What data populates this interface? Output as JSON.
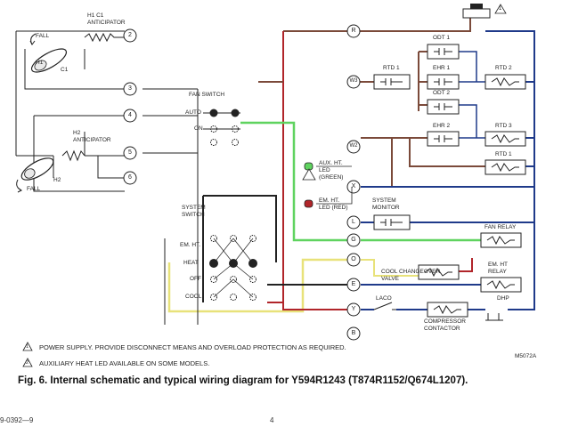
{
  "colors": {
    "red": "#b1252a",
    "blue": "#1f3a8a",
    "green": "#5fd35f",
    "yellow": "#e8e27a",
    "brown": "#7b4a3a",
    "gray": "#9aa0a6"
  },
  "left": {
    "h1c1_anticipator": "H1 C1\nANTICIPATOR",
    "fall_top": "FALL",
    "h1": "H1",
    "c1": "C1",
    "h2_anticipator": "H2\nANTICIPATOR",
    "fall_bottom": "FALL",
    "h2": "H2"
  },
  "terminals_left": [
    "2",
    "3",
    "4",
    "5",
    "6"
  ],
  "fan_switch": {
    "title": "FAN SWITCH",
    "auto": "AUTO",
    "on": "ON"
  },
  "system_switch": {
    "title": "SYSTEM\nSWITCH",
    "em_ht": "EM. HT.",
    "heat": "HEAT",
    "off": "OFF",
    "cool": "COOL"
  },
  "terminals_right": [
    "R",
    "W3",
    "W2",
    "X",
    "L",
    "G",
    "O",
    "E",
    "Y",
    "B"
  ],
  "leds": {
    "aux": "AUX. HT.\nLED\n(GREEN)",
    "em": "EM. HT.\nLED (RED)",
    "monitor": "SYSTEM\nMONITOR"
  },
  "relays": {
    "odt1": "ODT 1",
    "rtd1": "RTD 1",
    "ehr1": "EHR 1",
    "rtd2": "RTD 2",
    "odt2": "ODT 2",
    "ehr2": "EHR 2",
    "rtd3": "RTD 3",
    "rtd1b": "RTD 1",
    "fan_relay": "FAN RELAY",
    "em_ht_relay": "EM. HT\nRELAY",
    "cool_changeover": "COOL CHANGEOVER\nVALVE",
    "laco": "LACO",
    "compressor": "COMPRESSOR\nCONTACTOR",
    "dhp": "DHP"
  },
  "notes": [
    {
      "num": "1",
      "text": "POWER SUPPLY. PROVIDE DISCONNECT MEANS AND OVERLOAD PROTECTION AS REQUIRED."
    },
    {
      "num": "2",
      "text": "AUXILIARY HEAT LED AVAILABLE ON SOME MODELS."
    }
  ],
  "code": "M5072A",
  "caption": "Fig. 6. Internal schematic and typical wiring diagram for Y594R1243 (T874R1152/Q674L1207).",
  "footer_left": "9-0392—9",
  "footer_page": "4",
  "power_mark": "1"
}
